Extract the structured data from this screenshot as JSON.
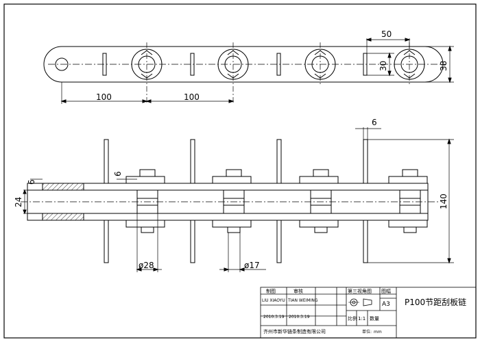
{
  "dimensions": {
    "pitch_left": "100",
    "pitch_right": "100",
    "scraper_width": "50",
    "inner_height": "30",
    "plate_height": "38",
    "thickness_top": "6",
    "thickness_left": "6",
    "thickness_mid": "6",
    "pin_gap": "24",
    "scraper_span": "140",
    "roller_dia": "ø28",
    "pin_dia": "ø17"
  },
  "title_block": {
    "drawn_label": "制图",
    "checked_label": "审核",
    "drawn_name": "LIU XIAOYU",
    "checked_name": "TIAN WEIMING",
    "drawn_date": "2010.3.19",
    "checked_date": "2010.3.19",
    "projection_label": "第三视角图",
    "sheet_label": "图幅",
    "sheet_size": "A3",
    "scale_label": "比例",
    "scale_value": "1:1",
    "qty_label": "数量",
    "title": "P100节距刮板链",
    "company": "齐州市新华链条制造有限公司",
    "unit_label": "单位:",
    "unit": "mm"
  }
}
